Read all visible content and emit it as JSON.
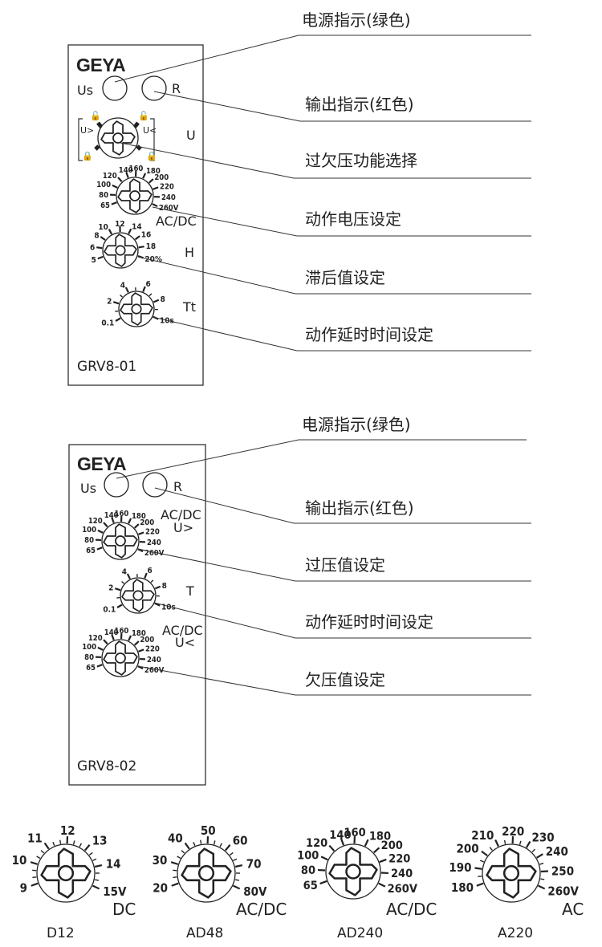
{
  "brand": "GEYA",
  "module1": {
    "model": "GRV8-01",
    "us_label": "Us",
    "r_label": "R",
    "u_label": "U",
    "u_over": "U>",
    "u_under": "U<",
    "voltage_scale": [
      "65",
      "80",
      "100",
      "120",
      "140",
      "160",
      "180",
      "200",
      "220",
      "240",
      "260V"
    ],
    "voltage_unit": "AC/DC",
    "h_label": "H",
    "hyst_scale": [
      "5",
      "6",
      "8",
      "10",
      "12",
      "14",
      "16",
      "18",
      "20%"
    ],
    "tt_label": "Tt",
    "time_scale": [
      "0.1",
      "2",
      "4",
      "6",
      "8",
      "10s"
    ],
    "callouts": [
      "电源指示(绿色)",
      "输出指示(红色)",
      "过欠压功能选择",
      "动作电压设定",
      "滞后值设定",
      "动作延时时间设定"
    ]
  },
  "module2": {
    "model": "GRV8-02",
    "us_label": "Us",
    "r_label": "R",
    "over_scale": [
      "65",
      "80",
      "100",
      "120",
      "140",
      "160",
      "180",
      "200",
      "220",
      "240",
      "260V"
    ],
    "over_unit": "AC/DC",
    "over_sym": "U>",
    "t_label": "T",
    "time_scale": [
      "0.1",
      "2",
      "4",
      "6",
      "8",
      "10s"
    ],
    "under_scale": [
      "65",
      "80",
      "100",
      "120",
      "140",
      "160",
      "180",
      "200",
      "220",
      "240",
      "260V"
    ],
    "under_unit": "AC/DC",
    "under_sym": "U<",
    "callouts": [
      "电源指示(绿色)",
      "输出指示(红色)",
      "过压值设定",
      "动作延时时间设定",
      "欠压值设定"
    ]
  },
  "variants": [
    {
      "name": "D12",
      "unit": "DC",
      "scale": [
        "9",
        "10",
        "11",
        "12",
        "13",
        "14",
        "15V"
      ]
    },
    {
      "name": "AD48",
      "unit": "AC/DC",
      "scale": [
        "20",
        "30",
        "40",
        "50",
        "60",
        "70",
        "80V"
      ]
    },
    {
      "name": "AD240",
      "unit": "AC/DC",
      "scale": [
        "65",
        "80",
        "100",
        "120",
        "140",
        "160",
        "180",
        "200",
        "220",
        "240",
        "260V"
      ]
    },
    {
      "name": "A220",
      "unit": "AC",
      "scale": [
        "180",
        "190",
        "200",
        "210",
        "220",
        "230",
        "240",
        "250",
        "260V"
      ]
    }
  ]
}
